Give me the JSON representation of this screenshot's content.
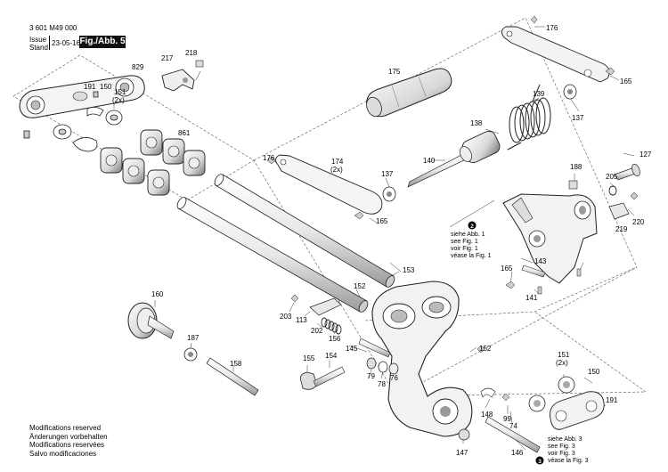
{
  "header": {
    "doc_number": "3 601 M49 000",
    "issue_label": "Issue",
    "stand_label": "Stand",
    "date": "23-05-16",
    "figure_label": "Fig./Abb. 5"
  },
  "notes": [
    "Modifications reserved",
    "Änderungen vorbehalten",
    "Modifications reservées",
    "Salvo modificaciones"
  ],
  "references": [
    {
      "badge": "2",
      "lines": [
        "siehe Abb. 1",
        "see Fig. 1",
        "voir Fig. 1",
        "véase la Fig. 1"
      ]
    },
    {
      "badge": "3",
      "lines": [
        "siehe Abb. 3",
        "see Fig. 3",
        "voir Fig. 3",
        "véase la Fig. 3"
      ]
    }
  ],
  "parts": [
    {
      "id": "p829",
      "num": "829"
    },
    {
      "id": "p217",
      "num": "217"
    },
    {
      "id": "p218",
      "num": "218"
    },
    {
      "id": "p191a",
      "num": "191"
    },
    {
      "id": "p150a",
      "num": "150"
    },
    {
      "id": "p151a",
      "num": "151",
      "qty": "(2x)"
    },
    {
      "id": "p861",
      "num": "861"
    },
    {
      "id": "p175",
      "num": "175"
    },
    {
      "id": "p176a",
      "num": "176"
    },
    {
      "id": "p165a",
      "num": "165"
    },
    {
      "id": "p137a",
      "num": "137"
    },
    {
      "id": "p139",
      "num": "139"
    },
    {
      "id": "p138",
      "num": "138"
    },
    {
      "id": "p176b",
      "num": "176"
    },
    {
      "id": "p174",
      "num": "174",
      "qty": "(2x)"
    },
    {
      "id": "p140",
      "num": "140"
    },
    {
      "id": "p137b",
      "num": "137"
    },
    {
      "id": "p165b",
      "num": "165"
    },
    {
      "id": "p127",
      "num": "127"
    },
    {
      "id": "p188",
      "num": "188"
    },
    {
      "id": "p205",
      "num": "205"
    },
    {
      "id": "p220",
      "num": "220"
    },
    {
      "id": "p219",
      "num": "219"
    },
    {
      "id": "p143",
      "num": "143"
    },
    {
      "id": "p165c",
      "num": "165"
    },
    {
      "id": "p141",
      "num": "141"
    },
    {
      "id": "p153",
      "num": "153"
    },
    {
      "id": "p152a",
      "num": "152"
    },
    {
      "id": "p160",
      "num": "160"
    },
    {
      "id": "p203",
      "num": "203"
    },
    {
      "id": "p113",
      "num": "113"
    },
    {
      "id": "p202",
      "num": "202"
    },
    {
      "id": "p156",
      "num": "156"
    },
    {
      "id": "p145",
      "num": "145"
    },
    {
      "id": "p187",
      "num": "187"
    },
    {
      "id": "p158",
      "num": "158"
    },
    {
      "id": "p155",
      "num": "155"
    },
    {
      "id": "p154",
      "num": "154"
    },
    {
      "id": "p152b",
      "num": "152"
    },
    {
      "id": "p79",
      "num": "79"
    },
    {
      "id": "p78",
      "num": "78"
    },
    {
      "id": "p76",
      "num": "76"
    },
    {
      "id": "p151b",
      "num": "151",
      "qty": "(2x)"
    },
    {
      "id": "p150b",
      "num": "150"
    },
    {
      "id": "p191b",
      "num": "191"
    },
    {
      "id": "p148",
      "num": "148"
    },
    {
      "id": "p99",
      "num": "99"
    },
    {
      "id": "p74",
      "num": "74"
    },
    {
      "id": "p147",
      "num": "147"
    },
    {
      "id": "p146",
      "num": "146"
    }
  ]
}
